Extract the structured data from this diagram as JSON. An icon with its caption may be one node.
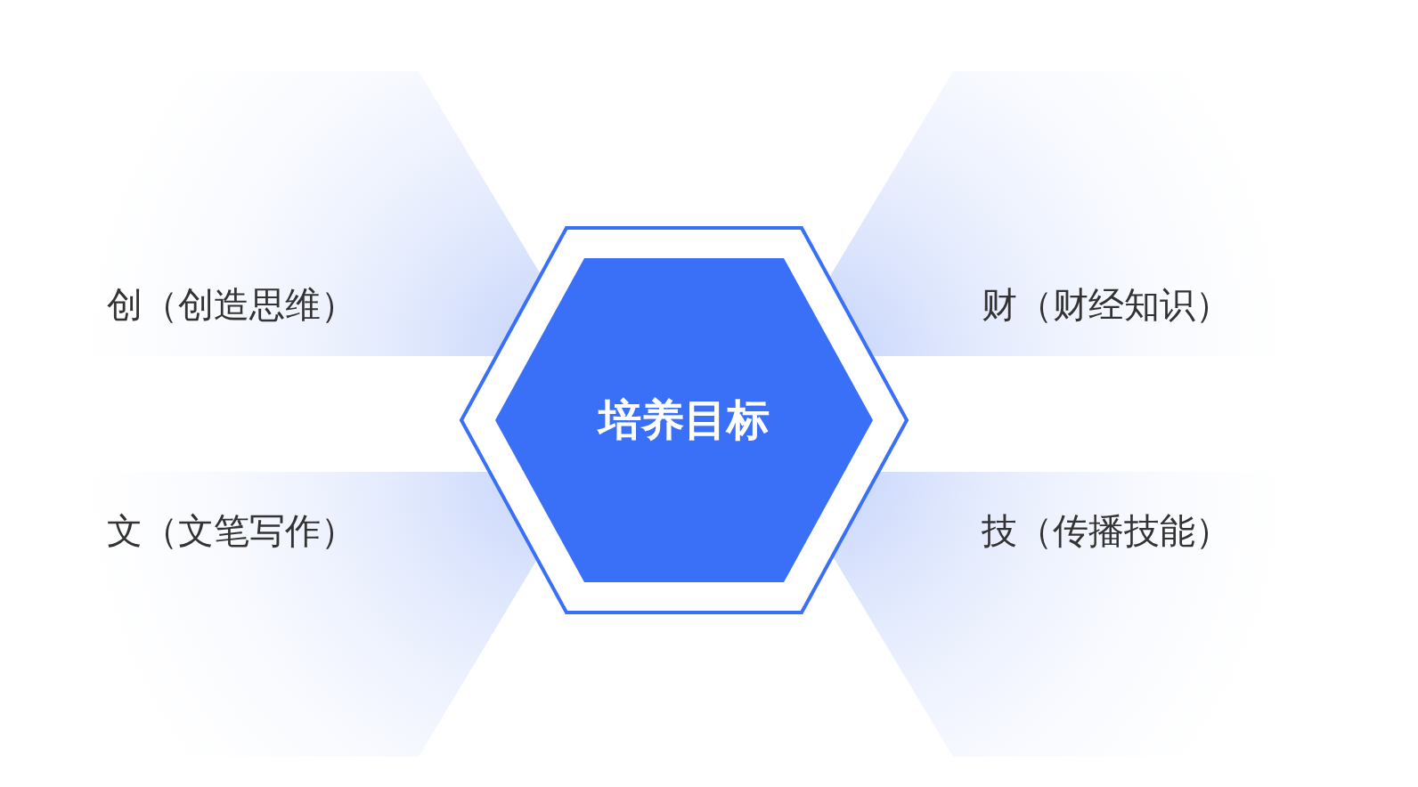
{
  "diagram": {
    "nodes": [
      {
        "text": [
          "培养目标"
        ]
      },
      {
        "text": [
          "创（创造思维）"
        ]
      },
      {
        "text": [
          "财（财经知识）"
        ]
      },
      {
        "text": [
          "文（文笔写作）"
        ]
      },
      {
        "text": [
          "技（传播技能）"
        ]
      }
    ]
  }
}
